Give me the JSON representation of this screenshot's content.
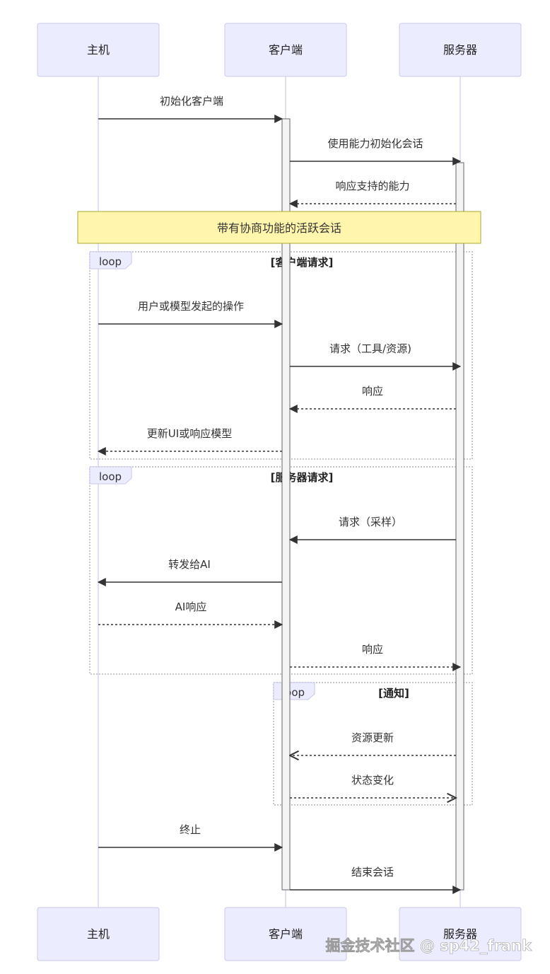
{
  "actors": [
    {
      "id": "host",
      "label": "主机"
    },
    {
      "id": "client",
      "label": "客户端"
    },
    {
      "id": "server",
      "label": "服务器"
    }
  ],
  "messages": [
    {
      "from": "host",
      "to": "client",
      "label": "初始化客户端",
      "style": "solid"
    },
    {
      "from": "client",
      "to": "server",
      "label": "使用能力初始化会话",
      "style": "solid"
    },
    {
      "from": "server",
      "to": "client",
      "label": "响应支持的能力",
      "style": "dashed"
    },
    {
      "from": "host",
      "to": "client",
      "label": "用户或模型发起的操作",
      "style": "solid"
    },
    {
      "from": "client",
      "to": "server",
      "label": "请求（工具/资源)",
      "style": "solid"
    },
    {
      "from": "server",
      "to": "client",
      "label": "响应",
      "style": "dashed"
    },
    {
      "from": "client",
      "to": "host",
      "label": "更新UI或响应模型",
      "style": "dashed"
    },
    {
      "from": "server",
      "to": "client",
      "label": "请求（采样）",
      "style": "solid"
    },
    {
      "from": "client",
      "to": "host",
      "label": "转发给AI",
      "style": "solid"
    },
    {
      "from": "host",
      "to": "client",
      "label": "AI响应",
      "style": "dashed"
    },
    {
      "from": "client",
      "to": "server",
      "label": "响应",
      "style": "dashed"
    },
    {
      "from": "server",
      "to": "client",
      "label": "资源更新",
      "style": "dashed-open"
    },
    {
      "from": "client",
      "to": "server",
      "label": "状态变化",
      "style": "dashed-open"
    },
    {
      "from": "host",
      "to": "client",
      "label": "终止",
      "style": "solid"
    },
    {
      "from": "client",
      "to": "server",
      "label": "结束会话",
      "style": "solid"
    }
  ],
  "note": {
    "label": "带有协商功能的活跃会话"
  },
  "loops": [
    {
      "label": "loop",
      "condition": "[客户端请求]"
    },
    {
      "label": "loop",
      "condition": "[服务器请求]"
    },
    {
      "label": "loop",
      "condition": "[通知]"
    }
  ],
  "watermark": "掘金技术社区 @ sp42_frank",
  "colors": {
    "actor_fill": "#ECECFF",
    "note_fill": "#fff5ad",
    "line": "#333333"
  }
}
